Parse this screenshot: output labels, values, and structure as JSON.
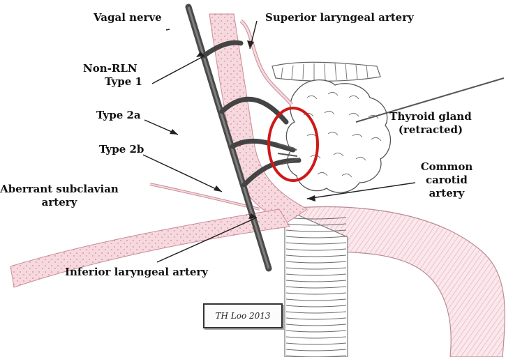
{
  "labels": {
    "vagal_nerve": "Vagal nerve",
    "superior_laryngeal_artery": "Superior laryngeal artery",
    "non_rln_line1": "Non-RLN",
    "non_rln_line2": "Type 1",
    "type_2a": "Type 2a",
    "type_2b": "Type 2b",
    "aberrant_line1": "Aberrant subclavian",
    "aberrant_line2": "artery",
    "inferior_laryngeal_artery": "Inferior laryngeal artery",
    "thyroid_line1": "Thyroid gland",
    "thyroid_line2": "(retracted)",
    "carotid_line1": "Common",
    "carotid_line2": "carotid",
    "carotid_line3": "artery"
  },
  "signature": "TH Loo 2013",
  "colors": {
    "artery_fill": "#f6d9de",
    "artery_stroke": "#c98c97",
    "nerve": "#444444",
    "highlight_ellipse": "#d01818",
    "trachea_line": "#6a6a6a",
    "label_text": "#111111"
  }
}
